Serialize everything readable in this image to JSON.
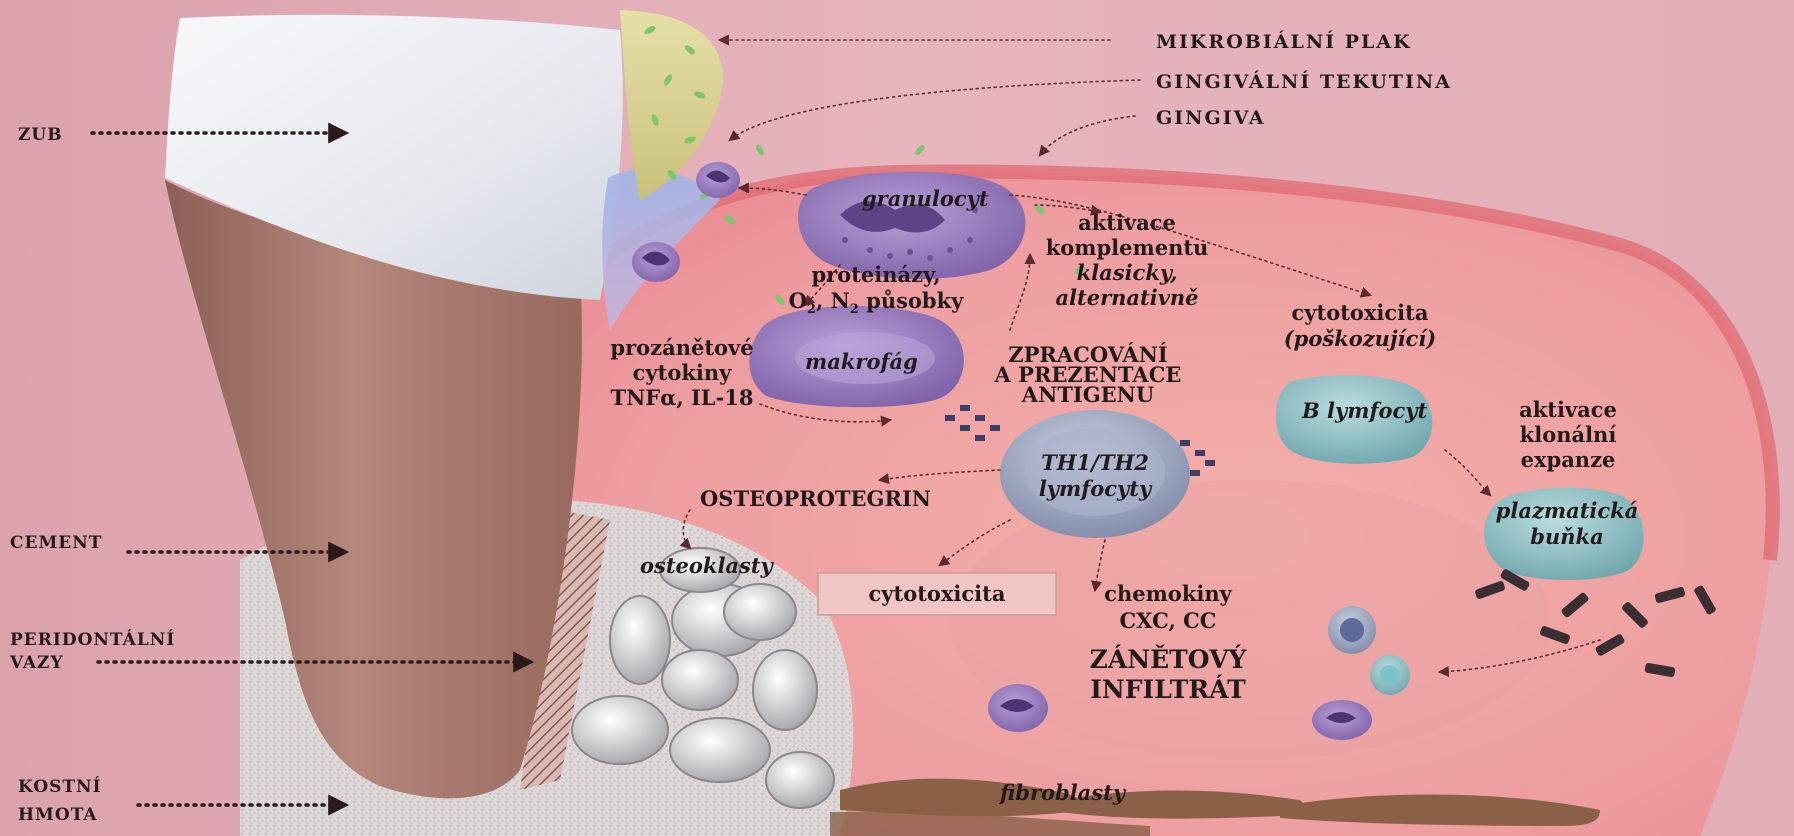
{
  "labels": {
    "zub": "ZUB",
    "cement": "CEMENT",
    "peridontalni_1": "PERIDONTÁLNÍ",
    "peridontalni_2": "VAZY",
    "kostni_1": "KOSTNÍ",
    "kostni_2": "HMOTA",
    "mikrobialni_plak": "MIKROBIÁLNÍ PLAK",
    "gingivalni_tekutina": "GINGIVÁLNÍ TEKUTINA",
    "gingiva": "GINGIVA"
  },
  "cells": {
    "granulocyt": "granulocyt",
    "makrofag": "makrofág",
    "th_1": "TH1/TH2",
    "th_2": "lymfocyty",
    "b_lymfocyt": "B lymfocyt",
    "plazmaticka_1": "plazmatická",
    "plazmaticka_2": "buňka",
    "osteoklasty": "osteoklasty",
    "fibroblasty": "fibroblasty"
  },
  "annotations": {
    "aktivace_1": "aktivace",
    "aktivace_2": "komplementu",
    "klasicky": "klasicky,",
    "alternativne": "alternativně",
    "proteinazy": "proteinázy,",
    "o2_n2_o": "O",
    "o2_n2_sub1": "2",
    "o2_n2_n": ", N",
    "o2_n2_sub2": "2",
    "o2_n2_rest": " působky",
    "prozanetove_1": "prozánětové",
    "prozanetove_2": "cytokiny",
    "tnf": "TNFα, IL-18",
    "cytotox_1": "cytotoxicita",
    "cytotox_2": "(poškozující)",
    "zpracovani_1": "ZPRACOVÁNÍ",
    "zpracovani_2": "A PREZENTACE",
    "zpracovani_3": "ANTIGENU",
    "klonalni_1": "aktivace",
    "klonalni_2": "klonální",
    "klonalni_3": "expanze",
    "osteoprotegrin": "OSTEOPROTEGRIN",
    "cytotoxicita_box": "cytotoxicita",
    "chemokiny_1": "chemokiny",
    "chemokiny_2": "CXC, CC",
    "infiltrat_1": "ZÁNĚTOVÝ",
    "infiltrat_2": "INFILTRÁT"
  }
}
